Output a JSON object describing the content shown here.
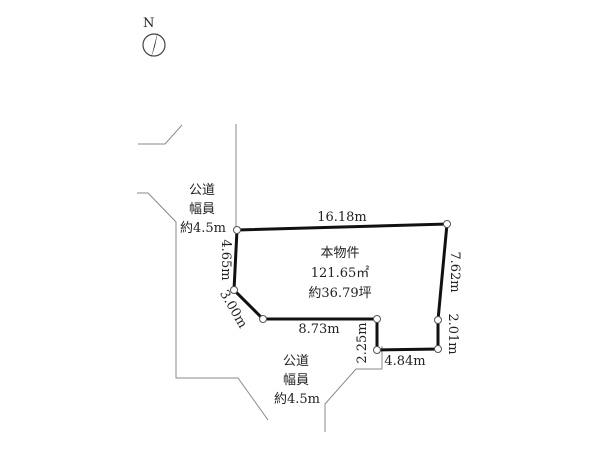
{
  "compass": {
    "label": "N"
  },
  "road_north": {
    "line1": "公道",
    "line2": "幅員",
    "line3": "約4.5m"
  },
  "road_south": {
    "line1": "公道",
    "line2": "幅員",
    "line3": "約4.5m"
  },
  "property": {
    "name": "本物件",
    "area_sqm": "121.65㎡",
    "area_tsubo": "約36.79坪"
  },
  "dimensions": {
    "top": "16.18m",
    "left_upper": "4.65m",
    "left_diagonal": "3.00m",
    "bottom_mid": "8.73m",
    "notch_left": "2.25m",
    "notch_bottom": "4.84m",
    "right_lower": "2.01m",
    "right_upper": "7.62m"
  }
}
